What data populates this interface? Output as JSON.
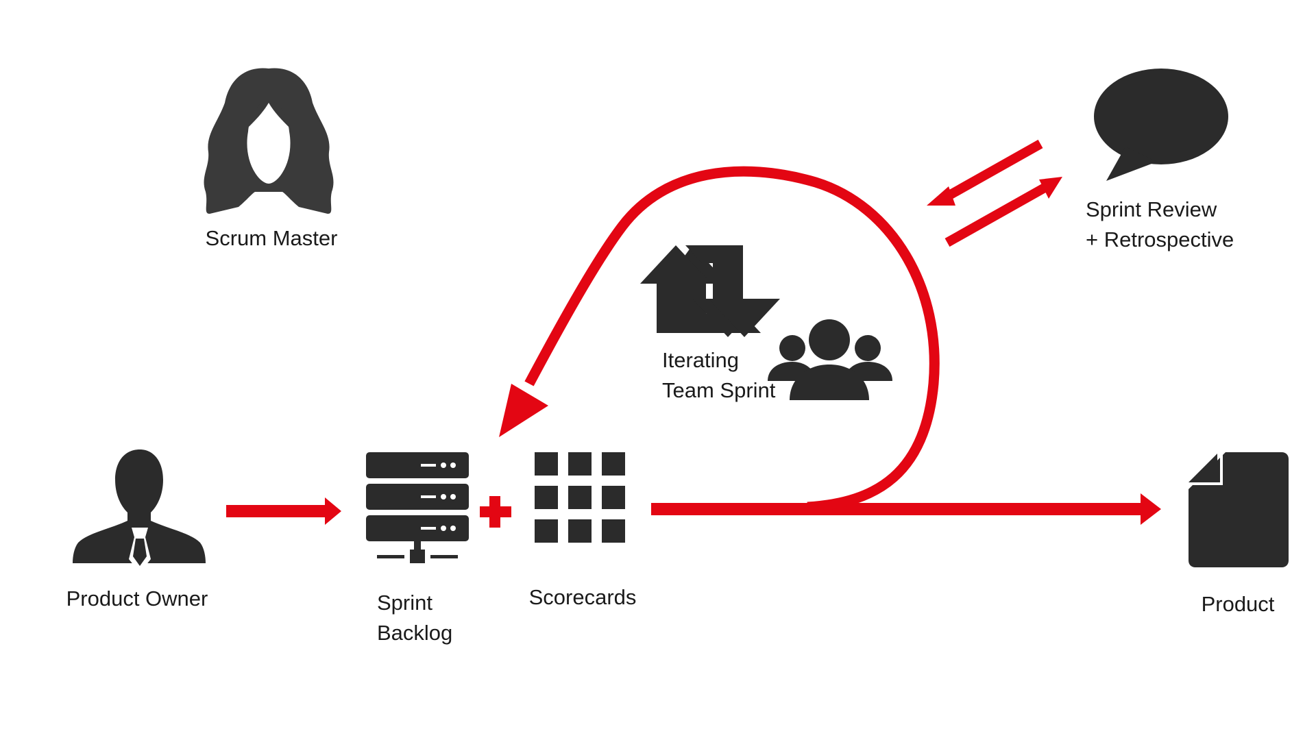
{
  "colors": {
    "accent": "#e30613",
    "icon": "#2b2b2b",
    "text": "#1a1a1a",
    "background": "#ffffff"
  },
  "nodes": {
    "scrum_master": {
      "icon": "woman-silhouette-icon",
      "label": "Scrum Master"
    },
    "product_owner": {
      "icon": "businessman-silhouette-icon",
      "label": "Product Owner"
    },
    "sprint_backlog": {
      "icon": "server-stack-icon",
      "label_line1": "Sprint",
      "label_line2": "Backlog"
    },
    "scorecards": {
      "icon": "grid-icon",
      "label": "Scorecards"
    },
    "iterating_sprint": {
      "icon": "repeat-arrows-icon",
      "team_icon": "team-group-icon",
      "label_line1": "Iterating",
      "label_line2": "Team Sprint"
    },
    "sprint_review": {
      "icon": "speech-bubble-icon",
      "label_line1": "Sprint Review",
      "label_line2": "+ Retrospective"
    },
    "product": {
      "icon": "document-icon",
      "label": "Product"
    }
  },
  "connectors": [
    {
      "from": "product_owner",
      "to": "sprint_backlog",
      "style": "arrow"
    },
    {
      "from": "sprint_backlog",
      "to": "scorecards",
      "style": "plus"
    },
    {
      "from": "scorecards",
      "to": "product",
      "style": "arrow"
    },
    {
      "from": "scorecards",
      "to": "sprint_backlog",
      "style": "loop-arrow"
    },
    {
      "from": "sprint_review",
      "to": "iterating_sprint",
      "style": "two-way-arrows"
    }
  ]
}
